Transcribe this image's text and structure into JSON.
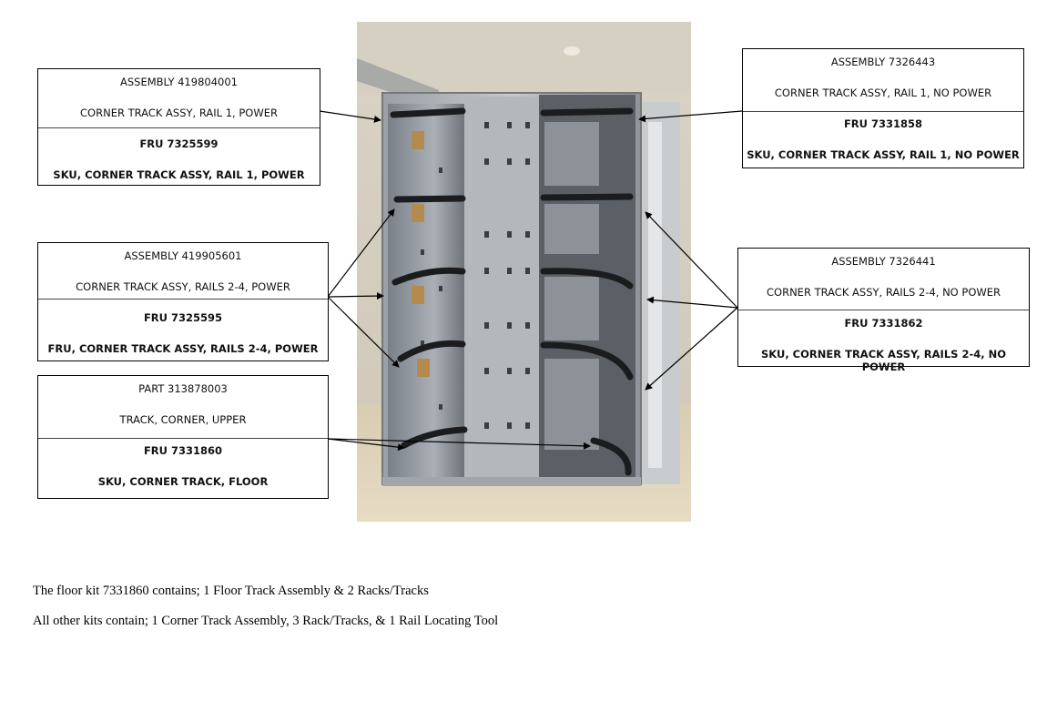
{
  "photo": {
    "description": "Storage library frame photo showing corner track assemblies"
  },
  "callouts": [
    {
      "id": "asm-419804001",
      "line1": "ASSEMBLY 419804001",
      "line2": "CORNER TRACK ASSY, RAIL 1, POWER",
      "line3": "FRU 7325599",
      "line4": "SKU, CORNER TRACK ASSY, RAIL 1, POWER"
    },
    {
      "id": "asm-419905601",
      "line1": "ASSEMBLY 419905601",
      "line2": "CORNER TRACK ASSY, RAILS 2-4, POWER",
      "line3": "FRU 7325595",
      "line4": "FRU, CORNER TRACK ASSY, RAILS 2-4, POWER"
    },
    {
      "id": "part-313878003",
      "line1": "PART 313878003",
      "line2": "TRACK, CORNER, UPPER",
      "line3": "FRU 7331860",
      "line4": "SKU, CORNER TRACK, FLOOR"
    },
    {
      "id": "asm-7326443",
      "line1": "ASSEMBLY 7326443",
      "line2": "CORNER TRACK ASSY, RAIL 1, NO POWER",
      "line3": "FRU 7331858",
      "line4": "SKU, CORNER TRACK ASSY, RAIL 1, NO POWER"
    },
    {
      "id": "asm-7326441",
      "line1": "ASSEMBLY 7326441",
      "line2": "CORNER TRACK ASSY, RAILS 2-4, NO POWER",
      "line3": "FRU 7331862",
      "line4": "SKU, CORNER TRACK ASSY, RAILS 2-4, NO POWER"
    }
  ],
  "notes": [
    "The floor kit 7331860 contains; 1 Floor Track Assembly & 2 Racks/Tracks",
    "All other kits contain; 1 Corner Track Assembly, 3 Rack/Tracks, & 1 Rail Locating Tool"
  ]
}
